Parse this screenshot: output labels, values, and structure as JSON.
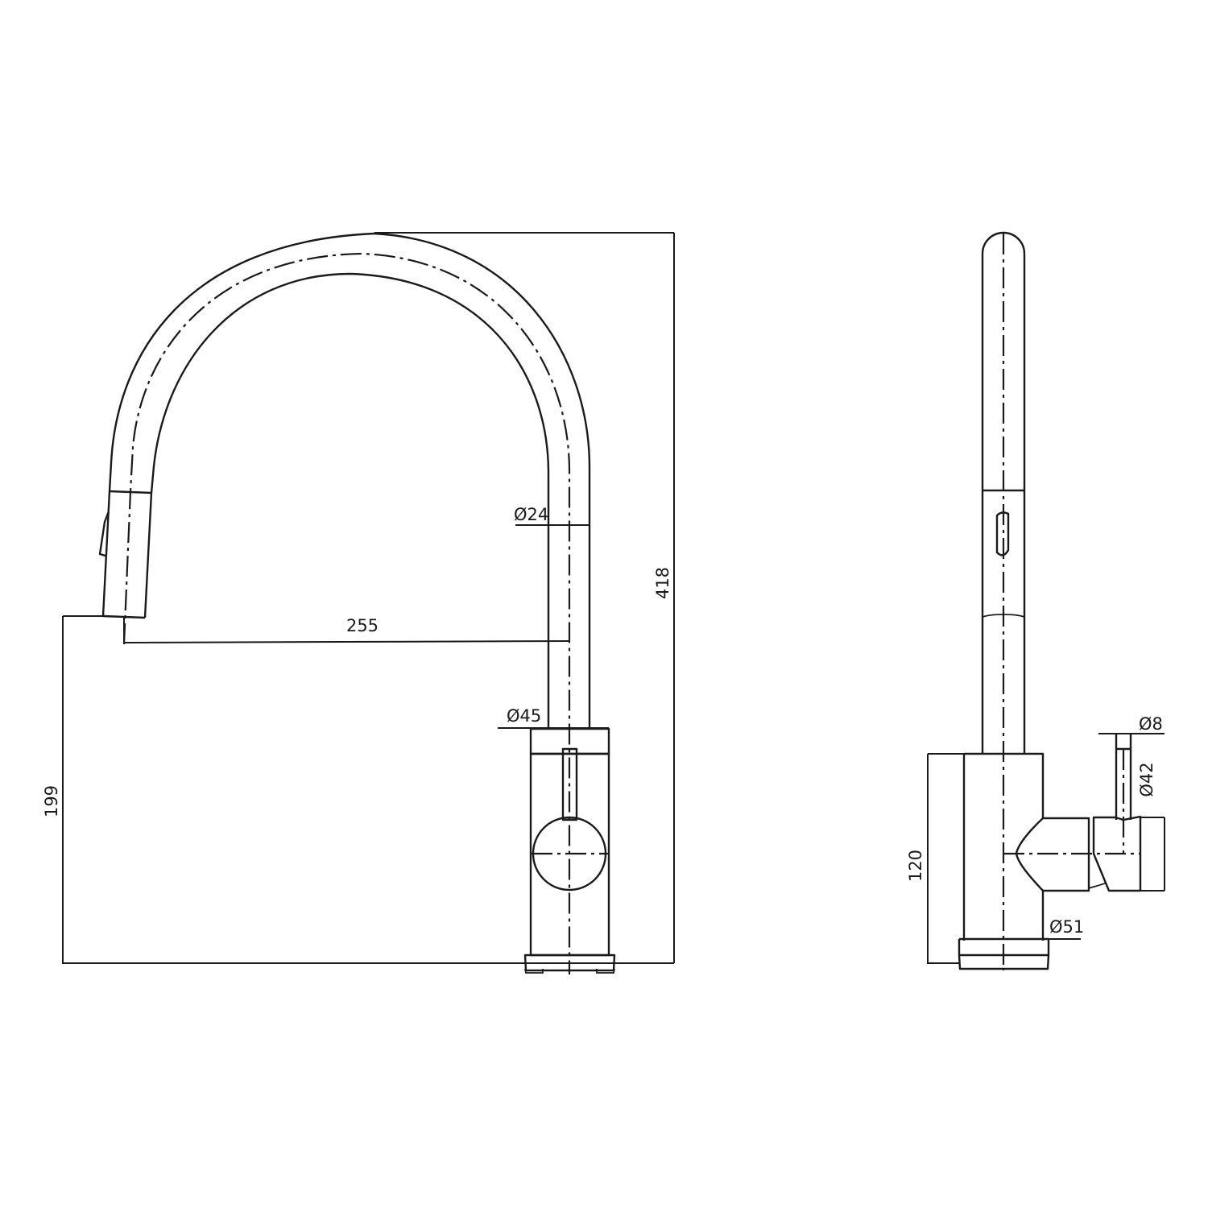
{
  "drawing": {
    "type": "technical-drawing",
    "subject": "pull-down kitchen mixer tap",
    "units": "mm",
    "line_color": "#1a1a1a",
    "background": "#ffffff"
  },
  "front_view": {
    "dimensions": {
      "total_height": "418",
      "spout_outlet_height": "199",
      "spout_reach": "255",
      "spout_diameter": "Ø24",
      "body_diameter": "Ø45"
    }
  },
  "side_view": {
    "dimensions": {
      "body_height": "120",
      "base_diameter": "Ø51",
      "lever_diameter": "Ø8",
      "handle_diameter": "Ø42"
    }
  }
}
